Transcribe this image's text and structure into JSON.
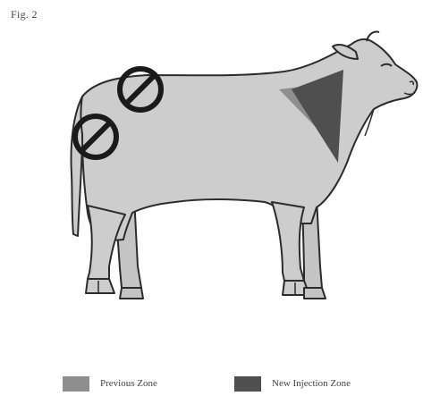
{
  "figure": {
    "label": "Fig. 2"
  },
  "legend": {
    "previous_zone": {
      "label": "Previous Zone",
      "color": "#8e8e8e"
    },
    "new_zone": {
      "label": "New Injection Zone",
      "color": "#4f4f4f"
    }
  },
  "colors": {
    "body_fill": "#cdcdcd",
    "outline": "#2c2c2c",
    "no_symbol": "#1a1a1a"
  }
}
